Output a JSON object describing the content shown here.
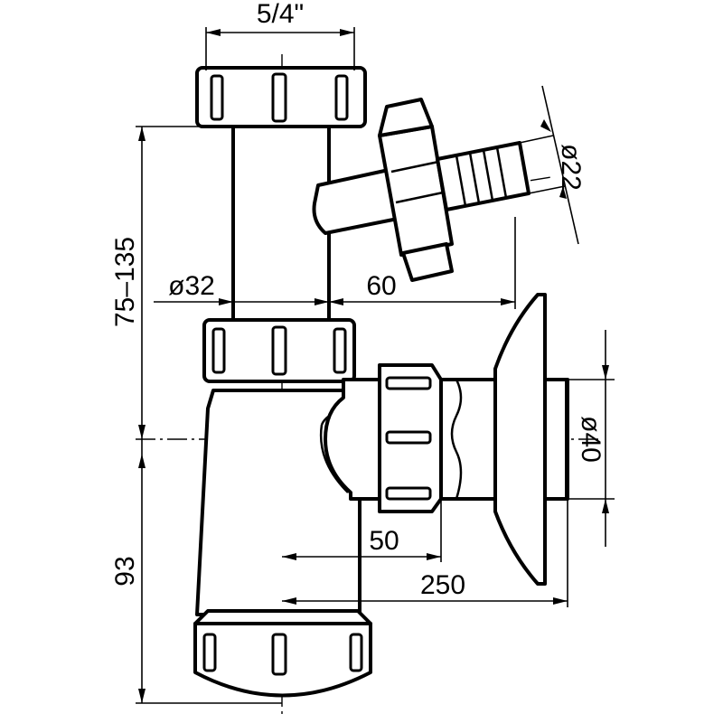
{
  "dimensions": {
    "pipe_thread": "5/4\"",
    "height_range": "75–135",
    "pipe_diameter": "ø32",
    "branch_offset": "60",
    "hose_diameter": "ø22",
    "outlet_diameter": "ø40",
    "outlet_offset": "50",
    "total_reach": "250",
    "trap_height": "93"
  }
}
